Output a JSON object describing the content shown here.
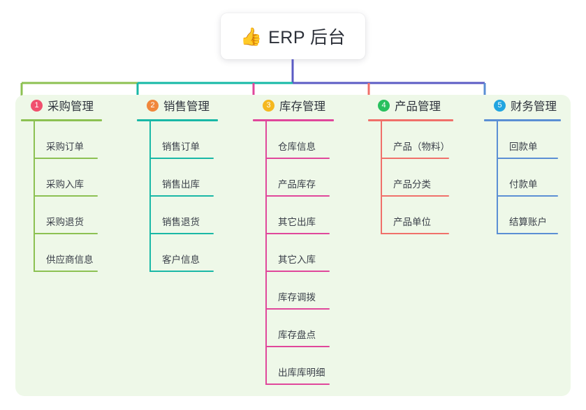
{
  "root": {
    "title": "ERP 后台",
    "emoji": "👍",
    "emoji_name": "thumbs-up-icon"
  },
  "palette": {
    "panel_background": "#eef8e8",
    "page_background": "#ffffff",
    "title_text": "#2b2f38",
    "leaf_text": "#3a3f49",
    "center_stem": "#5b5bc4",
    "bus_left": "#8cc152",
    "bus_mid": "#14b8a6",
    "bus_right": "#5b5bc4"
  },
  "columns": [
    {
      "index": "1",
      "title": "采购管理",
      "badge_color": "#f0506e",
      "line_color": "#8cc152",
      "items": [
        "采购订单",
        "采购入库",
        "采购退货",
        "供应商信息"
      ]
    },
    {
      "index": "2",
      "title": "销售管理",
      "badge_color": "#f0873c",
      "line_color": "#19b8a6",
      "items": [
        "销售订单",
        "销售出库",
        "销售退货",
        "客户信息"
      ]
    },
    {
      "index": "3",
      "title": "库存管理",
      "badge_color": "#f5b820",
      "line_color": "#e0479b",
      "items": [
        "仓库信息",
        "产品库存",
        "其它出库",
        "其它入库",
        "库存调拨",
        "库存盘点",
        "出库库明细"
      ]
    },
    {
      "index": "4",
      "title": "产品管理",
      "badge_color": "#28c05e",
      "line_color": "#f0706a",
      "items": [
        "产品（物料）",
        "产品分类",
        "产品单位"
      ]
    },
    {
      "index": "5",
      "title": "财务管理",
      "badge_color": "#21a5e0",
      "line_color": "#5b8fd4",
      "items": [
        "回款单",
        "付款单",
        "结算账户"
      ]
    }
  ]
}
